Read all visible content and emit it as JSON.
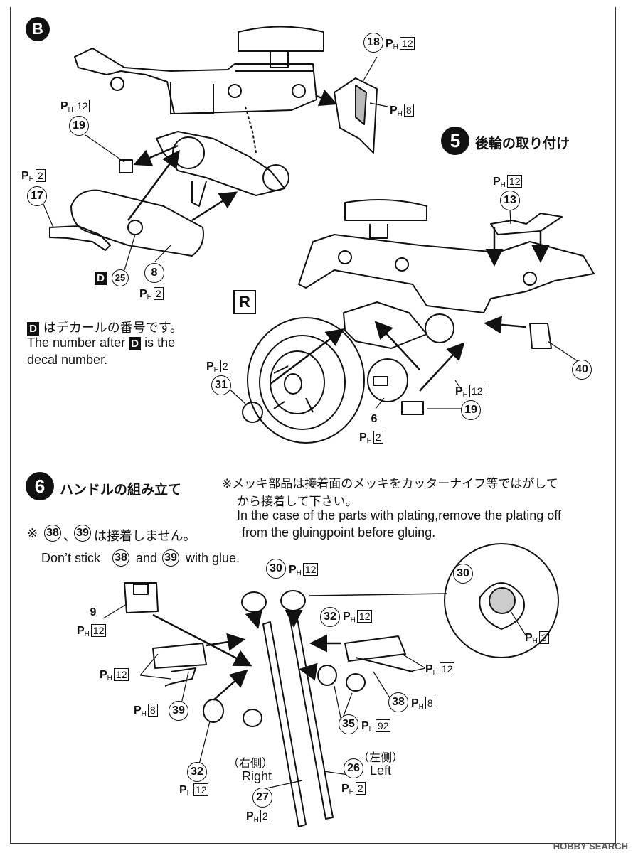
{
  "section_b": {
    "badge": "B",
    "parts": [
      {
        "num": "18",
        "paint": "12"
      },
      {
        "num": "19",
        "paint": "12"
      },
      {
        "num": "17",
        "paint": "2"
      },
      {
        "num": "25",
        "decal": "D"
      },
      {
        "num": "8",
        "paint": "2"
      }
    ],
    "paint_8_label": "8",
    "decal_note_jp": "はデカールの番号です。",
    "decal_note_en_1": "The number after",
    "decal_note_en_2": "is the",
    "decal_note_en_3": "decal number.",
    "decal_letter": "D",
    "ph_prefix": "P",
    "ph_sub": "H"
  },
  "step5": {
    "badge": "5",
    "title": "後輪の取り付け",
    "r_label": "R",
    "parts": [
      {
        "num": "13",
        "paint": "12"
      },
      {
        "num": "40"
      },
      {
        "num": "31",
        "paint": "2"
      },
      {
        "num": "6",
        "paint": "2"
      },
      {
        "num": "19",
        "paint": "12"
      }
    ]
  },
  "step6": {
    "badge": "6",
    "title": "ハンドルの組み立て",
    "note_jp_1": "※メッキ部品は接着面のメッキをカッターナイフ等ではがして",
    "note_jp_2": "から接着して下さい。",
    "note_en_1": "In the case of the parts with plating,remove the plating off",
    "note_en_2": "from the gluingpoint before gluing.",
    "glue_note_mark": "※",
    "glue_note_jp_sep": "、",
    "glue_note_jp_end": "は接着しません。",
    "glue_note_en_1": "Don’t stick",
    "glue_note_en_and": "and",
    "glue_note_en_2": "with glue.",
    "glue_parts": [
      "38",
      "39"
    ],
    "parts": [
      {
        "num": "30",
        "paint": "12"
      },
      {
        "num": "30",
        "paint": "3"
      },
      {
        "num": "9",
        "paint": "12"
      },
      {
        "num": "32",
        "paint": "12"
      },
      {
        "num": "38",
        "paint": "8"
      },
      {
        "num": "39",
        "paint": "8"
      },
      {
        "num": "35",
        "paint": "92"
      },
      {
        "num": "32",
        "paint": "12"
      },
      {
        "num": "27",
        "paint": "2"
      },
      {
        "num": "26",
        "paint": "2"
      }
    ],
    "left_side_paint": "12",
    "right_side_jp": "（右側）",
    "right_side_en": "Right",
    "left_side_jp": "（左側）",
    "left_side_en": "Left"
  },
  "watermark": "HOBBY SEARCH"
}
